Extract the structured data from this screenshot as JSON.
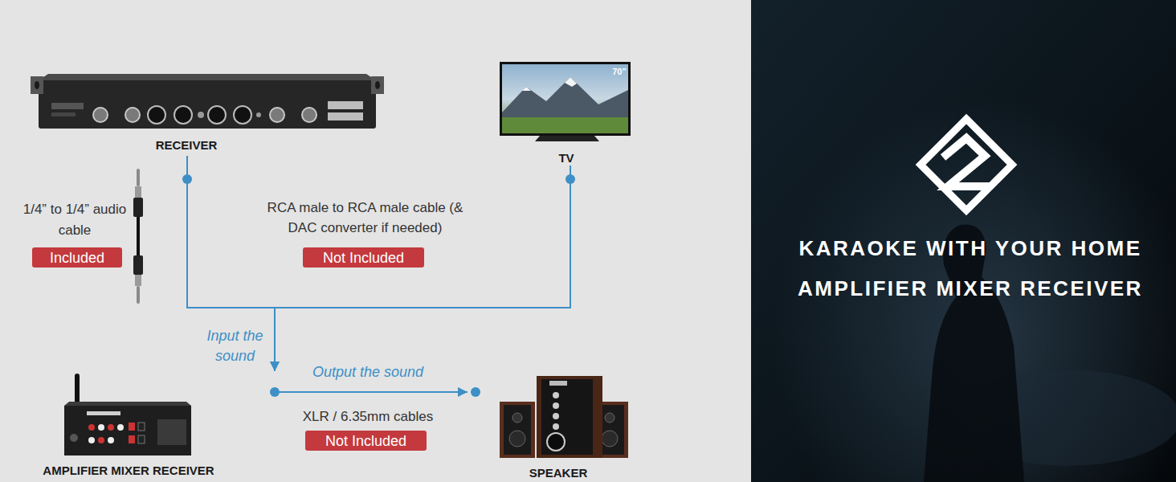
{
  "diagram": {
    "title": "KARAOKE WITH YOUR HOME AMPLIFIER MIXER RECEIVER",
    "nodes": [
      {
        "text": [
          "RECEIVER"
        ]
      },
      {
        "text": [
          "TV"
        ]
      },
      {
        "text": [
          "Included"
        ]
      },
      {
        "text": [
          "Not Included"
        ]
      },
      {
        "text": [
          "Not Included"
        ]
      },
      {
        "text": [
          "AMPLIFIER MIXER RECEIVER"
        ]
      },
      {
        "text": [
          "SPEAKER"
        ]
      }
    ],
    "edges": [
      {
        "from": 0,
        "to": 5,
        "arrow": "to",
        "label": "Input the sound"
      },
      {
        "from": 1,
        "to": 5,
        "arrow": "to"
      },
      {
        "from": 5,
        "to": 6,
        "arrow": "to",
        "label": "Output the sound"
      }
    ],
    "labels": [
      "70”",
      "1/4” to 1/4” audio cable",
      "RCA male to RCA male cable (& DAC converter if needed)",
      "XLR / 6.35mm cables"
    ]
  }
}
